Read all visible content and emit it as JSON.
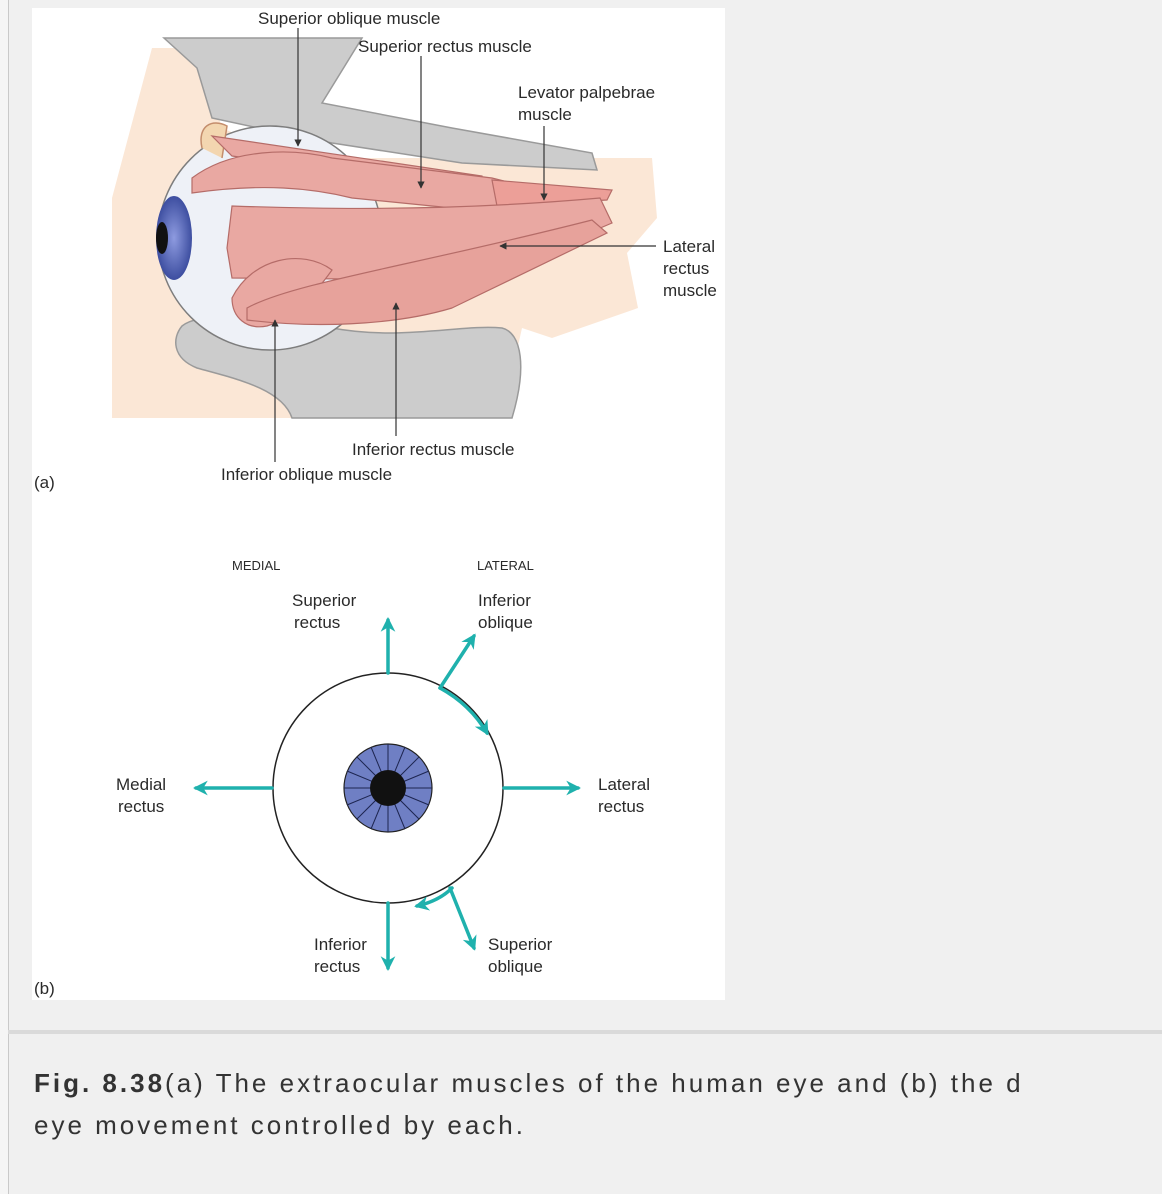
{
  "figure": {
    "panel_a": {
      "tag": "(a)",
      "labels": {
        "superior_oblique": "Superior oblique muscle",
        "superior_rectus": "Superior rectus muscle",
        "levator_1": "Levator palpebrae",
        "levator_2": "muscle",
        "lateral_1": "Lateral",
        "lateral_2": "rectus",
        "lateral_3": "muscle",
        "inferior_rectus": "Inferior rectus muscle",
        "inferior_oblique": "Inferior oblique muscle"
      }
    },
    "panel_b": {
      "tag": "(b)",
      "medial": "MEDIAL",
      "lateral": "LATERAL",
      "labels": {
        "sup_rectus_1": "Superior",
        "sup_rectus_2": "rectus",
        "inf_oblique_1": "Inferior",
        "inf_oblique_2": "oblique",
        "med_rectus_1": "Medial",
        "med_rectus_2": "rectus",
        "lat_rectus_1": "Lateral",
        "lat_rectus_2": "rectus",
        "inf_rectus_1": "Inferior",
        "inf_rectus_2": "rectus",
        "sup_oblique_1": "Superior",
        "sup_oblique_2": "oblique"
      }
    },
    "colors": {
      "arrow": "#1fb1ad",
      "iris": "#6f7fc4",
      "muscle": "#e9a8a2",
      "bone": "#c9c9c9",
      "tissue": "#fbe7d6"
    }
  },
  "caption": {
    "label": "Fig. 8.38",
    "line1": "(a) The extraocular muscles of the human eye and (b) the d",
    "line2": "eye movement controlled by each."
  }
}
